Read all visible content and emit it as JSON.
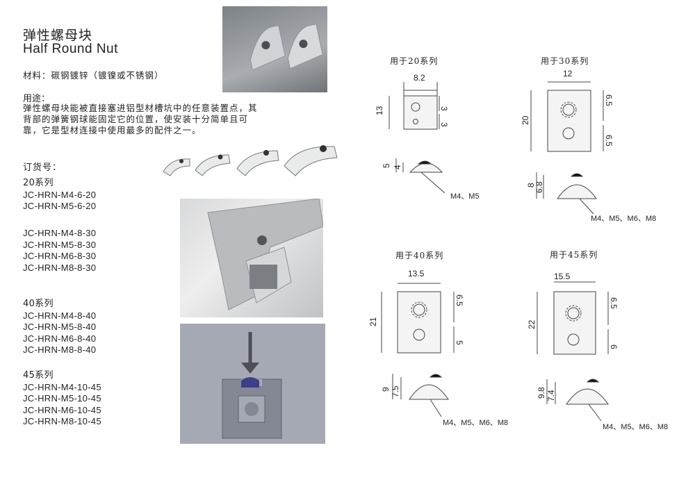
{
  "title_cn": "弹性螺母块",
  "title_en": "Half Round Nut",
  "material": "材料：碳钢镀锌（镀镍或不锈钢）",
  "usage_heading": "用途：",
  "usage_text": "弹性螺母块能被直接塞进铝型材槽坑中的任意装置点，其背部的弹簧钢球能固定它的位置，使安装十分简单且可靠，它是型材连接中使用最多的配件之一。",
  "order_heading": "订货号：",
  "groups": [
    {
      "heading": "20系列",
      "items": [
        "JC-HRN-M4-6-20",
        "JC-HRN-M5-6-20"
      ]
    },
    {
      "heading": "",
      "items": [
        "JC-HRN-M4-8-30",
        "JC-HRN-M5-8-30",
        "JC-HRN-M6-8-30",
        "JC-HRN-M8-8-30"
      ]
    },
    {
      "heading": "40系列",
      "items": [
        "JC-HRN-M4-8-40",
        "JC-HRN-M5-8-40",
        "JC-HRN-M6-8-40",
        "JC-HRN-M8-8-40"
      ]
    },
    {
      "heading": "45系列",
      "items": [
        "JC-HRN-M4-10-45",
        "JC-HRN-M5-10-45",
        "JC-HRN-M6-10-45",
        "JC-HRN-M8-10-45"
      ]
    }
  ],
  "drawings": [
    {
      "label": "用于20系列",
      "width": "8.2",
      "height": "13",
      "hole_dims": [
        "3",
        "3"
      ],
      "side_dims": [
        "5",
        "4"
      ],
      "threads": "M4、M5"
    },
    {
      "label": "用于30系列",
      "width": "12",
      "height": "20",
      "hole_dims": [
        "6.5",
        "6.5"
      ],
      "side_dims": [
        "8",
        "6.8"
      ],
      "threads": "M4、M5、M6、M8"
    },
    {
      "label": "用于40系列",
      "width": "13.5",
      "height": "21",
      "hole_dims": [
        "6.5",
        "5"
      ],
      "side_dims": [
        "9",
        "7.5"
      ],
      "threads": "M4、M5、M6、M8"
    },
    {
      "label": "用于45系列",
      "width": "15.5",
      "height": "22",
      "hole_dims": [
        "6.5",
        "6"
      ],
      "side_dims": [
        "9.8",
        "7.4"
      ],
      "threads": "M4、M5、M6、M8"
    }
  ]
}
